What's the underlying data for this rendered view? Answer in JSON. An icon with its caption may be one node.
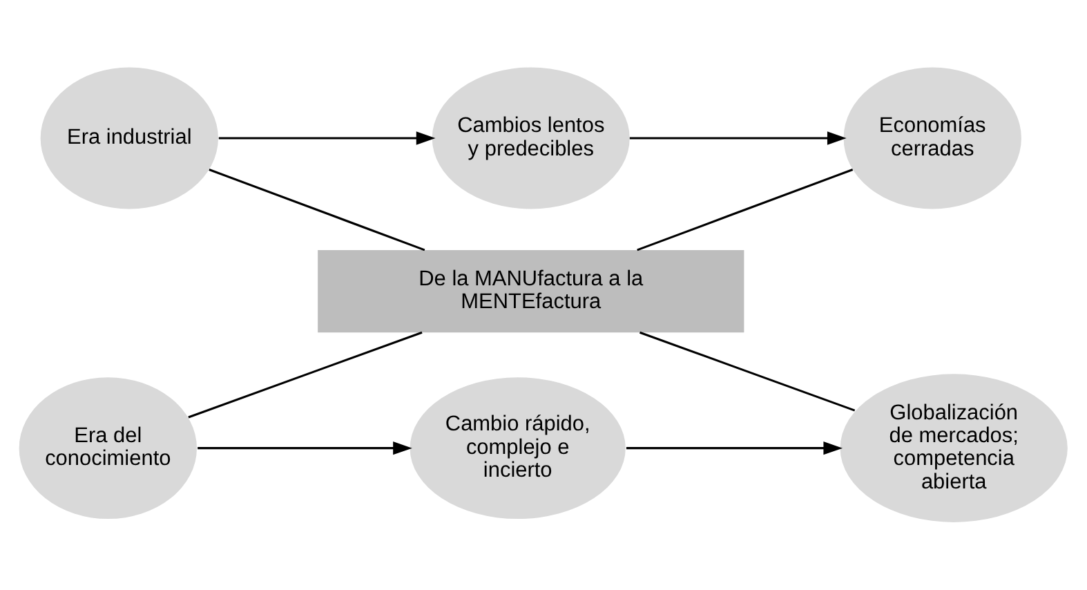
{
  "diagram": {
    "nodes": [
      {
        "text": [
          "Era industrial"
        ]
      },
      {
        "text": [
          "Cambios lentos y predecibles"
        ]
      },
      {
        "text": [
          "Economías cerradas"
        ]
      },
      {
        "text": [
          "De la MANUfactura a la MENTEfactura"
        ]
      },
      {
        "text": [
          "Era del conocimiento"
        ]
      },
      {
        "text": [
          "Cambio rápido, complejo e incierto"
        ]
      },
      {
        "text": [
          "Globalización de mercados; competencia abierta"
        ]
      }
    ],
    "edges": [
      {
        "from": 0,
        "to": 1,
        "arrow": "to"
      },
      {
        "from": 1,
        "to": 2,
        "arrow": "to"
      },
      {
        "from": 0,
        "to": 3,
        "arrow": "none"
      },
      {
        "from": 2,
        "to": 3,
        "arrow": "none"
      },
      {
        "from": 4,
        "to": 3,
        "arrow": "none"
      },
      {
        "from": 6,
        "to": 3,
        "arrow": "none"
      },
      {
        "from": 4,
        "to": 5,
        "arrow": "to"
      },
      {
        "from": 5,
        "to": 6,
        "arrow": "to"
      }
    ]
  }
}
